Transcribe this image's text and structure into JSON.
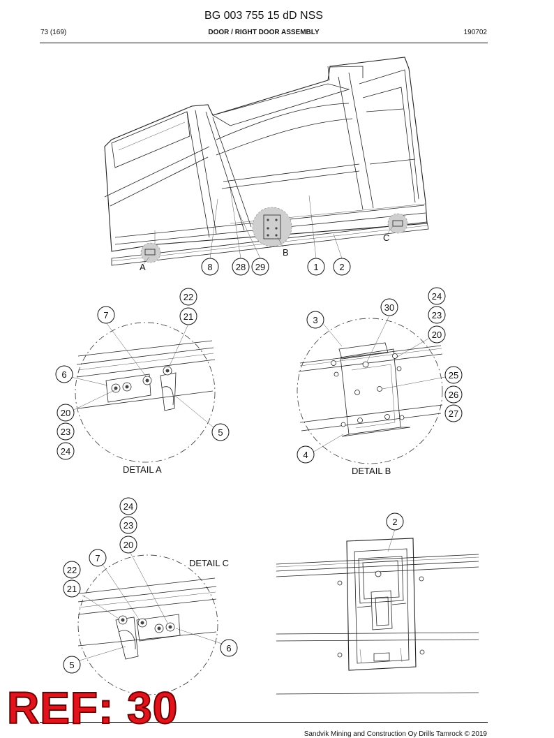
{
  "header": {
    "doc_title": "BG 003 755 15 dD NSS",
    "page_number": "73 (169)",
    "section_title": "DOOR / RIGHT DOOR ASSEMBLY",
    "doc_code": "190702"
  },
  "main_view": {
    "zone_labels": {
      "a": "A",
      "b": "B",
      "c": "C"
    },
    "callouts": [
      "8",
      "28",
      "29",
      "1",
      "2"
    ]
  },
  "detail_a": {
    "title": "DETAIL A",
    "callouts": [
      "22",
      "21",
      "7",
      "6",
      "20",
      "23",
      "24",
      "5"
    ]
  },
  "detail_b": {
    "title": "DETAIL B",
    "callouts": [
      "24",
      "23",
      "20",
      "30",
      "3",
      "25",
      "26",
      "27",
      "4"
    ]
  },
  "detail_c": {
    "title": "DETAIL C",
    "callouts": [
      "24",
      "23",
      "20",
      "7",
      "22",
      "21",
      "6",
      "5"
    ]
  },
  "detail_2": {
    "callouts": [
      "2"
    ]
  },
  "stamp": {
    "text": "REF: 30"
  },
  "footer": {
    "copyright": "Sandvik Mining and Construction Oy Drills Tamrock © 2019"
  }
}
